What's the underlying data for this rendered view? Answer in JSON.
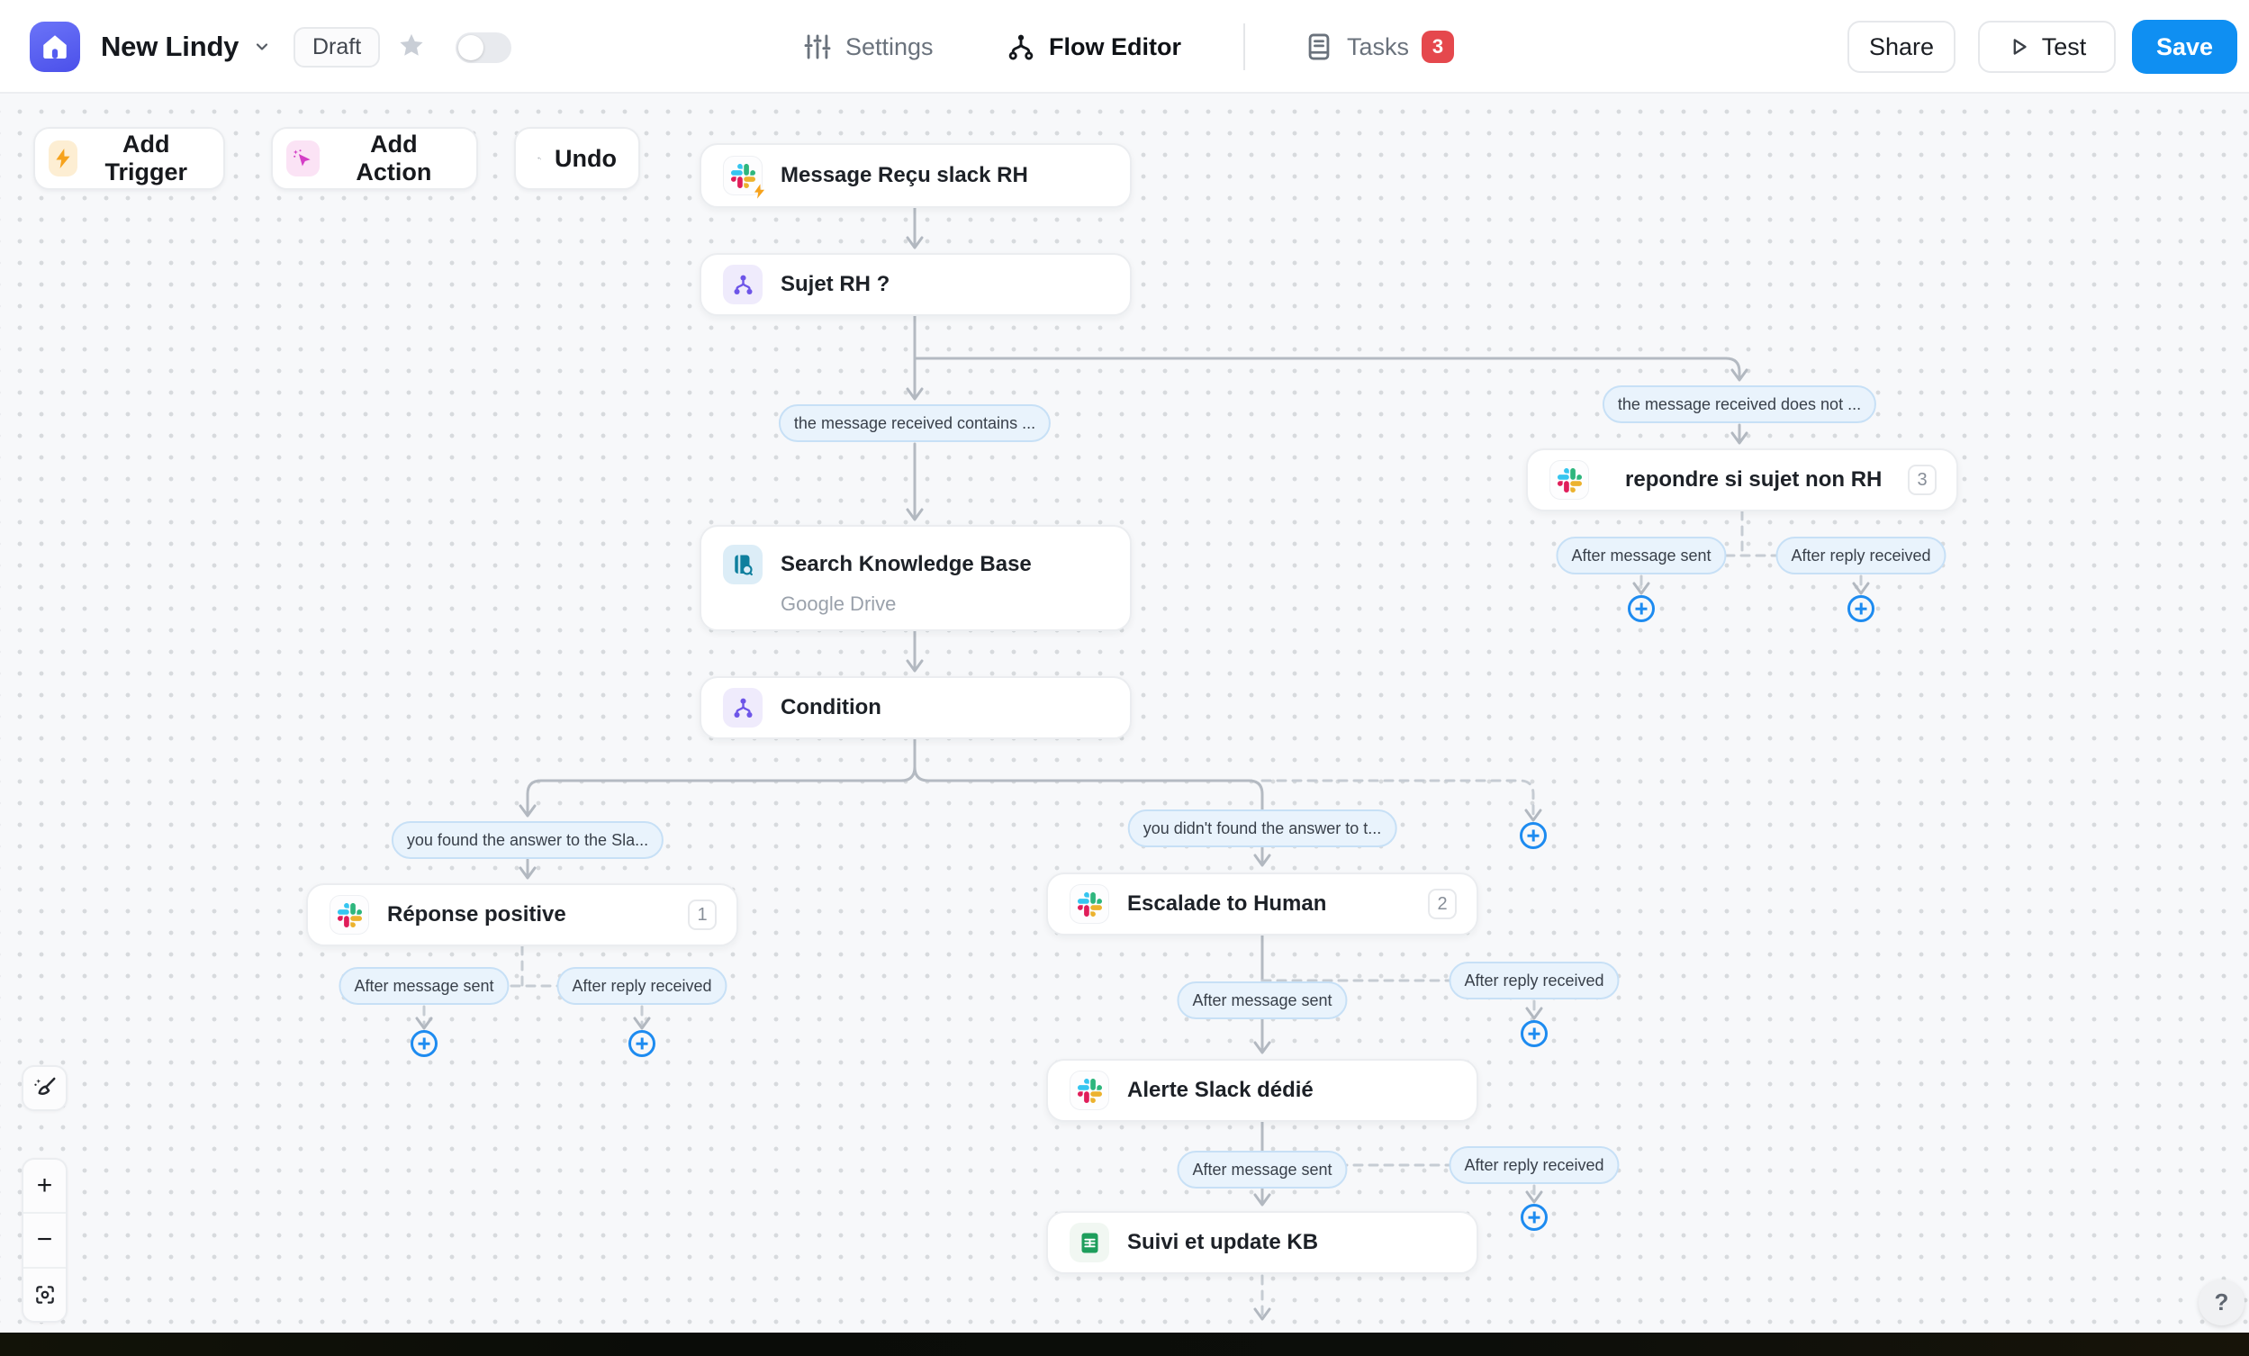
{
  "header": {
    "title": "New Lindy",
    "draft_badge": "Draft",
    "nav": {
      "settings": "Settings",
      "flow_editor": "Flow Editor",
      "tasks": "Tasks",
      "tasks_count": "3"
    },
    "share": "Share",
    "test": "Test",
    "save": "Save"
  },
  "toolbar": {
    "add_trigger": "Add Trigger",
    "add_action": "Add Action",
    "undo": "Undo"
  },
  "flow": {
    "nodes": {
      "trigger": {
        "title": "Message Reçu slack RH"
      },
      "sujet": {
        "title": "Sujet RH ?"
      },
      "search_kb": {
        "title": "Search Knowledge Base",
        "subtitle": "Google Drive"
      },
      "condition": {
        "title": "Condition"
      },
      "repondre": {
        "title": "repondre si sujet non RH",
        "badge": "3"
      },
      "reponse": {
        "title": "Réponse positive",
        "badge": "1"
      },
      "escalade": {
        "title": "Escalade to Human",
        "badge": "2"
      },
      "alerte": {
        "title": "Alerte Slack dédié"
      },
      "suivi": {
        "title": "Suivi et update KB"
      }
    },
    "branch_labels": {
      "contains": "the message received contains ...",
      "does_not": "the message received does not ...",
      "found": "you found the answer to the Sla...",
      "not_found": "you didn't found the answer to t..."
    },
    "event_labels": {
      "after_message_sent": "After message sent",
      "after_reply_received": "After reply received"
    }
  },
  "controls": {
    "zoom_in": "+",
    "zoom_out": "−",
    "help": "?"
  },
  "icons": {
    "logo": "lindy-home",
    "trigger": "lightning-bolt",
    "action": "magic-cursor",
    "undo": "undo-arrow",
    "settings": "sliders",
    "flow_editor": "flow-branch",
    "tasks": "task-list",
    "play": "play-triangle",
    "star": "star",
    "slack": "slack-logo",
    "condition": "branch",
    "knowledge_base": "book-search",
    "sheets": "google-sheets",
    "tidy": "broom-sparkle",
    "recenter": "focus-frame",
    "add_step": "plus-circle"
  },
  "colors": {
    "accent_blue": "#0f8ff2",
    "badge_red": "#e5484d",
    "plus_blue": "#1d8bf0",
    "pill_bg": "#e9f3fc",
    "pill_border": "#c7e0f6",
    "canvas_bg": "#f7f8fa",
    "line_gray": "#b4bac2",
    "purple_icon": "#6d55e8",
    "teal_icon": "#0f7f9e"
  }
}
